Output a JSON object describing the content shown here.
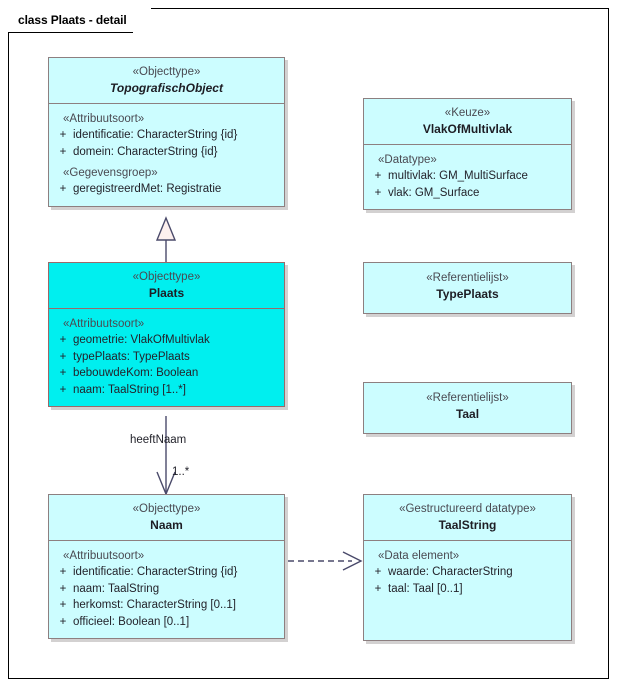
{
  "diagram": {
    "tab_title": "class Plaats - detail",
    "colors": {
      "box_fill": "#ccfdff",
      "highlight_fill": "#00efef",
      "box_border": "#8d7f80",
      "connector": "#4a4a6a",
      "frame_border": "#000000"
    }
  },
  "classes": {
    "topografisch_object": {
      "stereotype": "«Objecttype»",
      "name": "TopografischObject",
      "groups": [
        {
          "label": "«Attribuutsoort»",
          "attributes": [
            {
              "visibility": "+",
              "text": "identificatie: CharacterString {id}"
            },
            {
              "visibility": "+",
              "text": "domein: CharacterString {id}"
            }
          ]
        },
        {
          "label": "«Gegevensgroep»",
          "attributes": [
            {
              "visibility": "+",
              "text": "geregistreerdMet: Registratie"
            }
          ]
        }
      ]
    },
    "plaats": {
      "stereotype": "«Objecttype»",
      "name": "Plaats",
      "groups": [
        {
          "label": "«Attribuutsoort»",
          "attributes": [
            {
              "visibility": "+",
              "text": "geometrie: VlakOfMultivlak"
            },
            {
              "visibility": "+",
              "text": "typePlaats: TypePlaats"
            },
            {
              "visibility": "+",
              "text": "bebouwdeKom: Boolean"
            },
            {
              "visibility": "+",
              "text": "naam: TaalString [1..*]"
            }
          ]
        }
      ]
    },
    "naam": {
      "stereotype": "«Objecttype»",
      "name": "Naam",
      "groups": [
        {
          "label": "«Attribuutsoort»",
          "attributes": [
            {
              "visibility": "+",
              "text": "identificatie: CharacterString {id}"
            },
            {
              "visibility": "+",
              "text": "naam: TaalString"
            },
            {
              "visibility": "+",
              "text": "herkomst: CharacterString [0..1]"
            },
            {
              "visibility": "+",
              "text": "officieel: Boolean [0..1]"
            }
          ]
        }
      ]
    },
    "vlak_of_multivlak": {
      "stereotype": "«Keuze»",
      "name": "VlakOfMultivlak",
      "groups": [
        {
          "label": "«Datatype»",
          "attributes": [
            {
              "visibility": "+",
              "text": "multivlak: GM_MultiSurface"
            },
            {
              "visibility": "+",
              "text": "vlak: GM_Surface"
            }
          ]
        }
      ]
    },
    "type_plaats": {
      "stereotype": "«Referentielijst»",
      "name": "TypePlaats"
    },
    "taal": {
      "stereotype": "«Referentielijst»",
      "name": "Taal"
    },
    "taal_string": {
      "stereotype": "«Gestructureerd datatype»",
      "name": "TaalString",
      "groups": [
        {
          "label": "«Data element»",
          "attributes": [
            {
              "visibility": "+",
              "text": "waarde: CharacterString"
            },
            {
              "visibility": "+",
              "text": "taal: Taal [0..1]"
            }
          ]
        }
      ]
    }
  },
  "connectors": {
    "generalization": {
      "name": "plaats-to-topografischobject",
      "type": "generalization"
    },
    "association": {
      "name": "plaats-to-naam",
      "type": "association",
      "label": "heeftNaam",
      "target_multiplicity": "1..*"
    },
    "dependency": {
      "name": "naam-to-taalstring",
      "type": "dependency"
    }
  }
}
